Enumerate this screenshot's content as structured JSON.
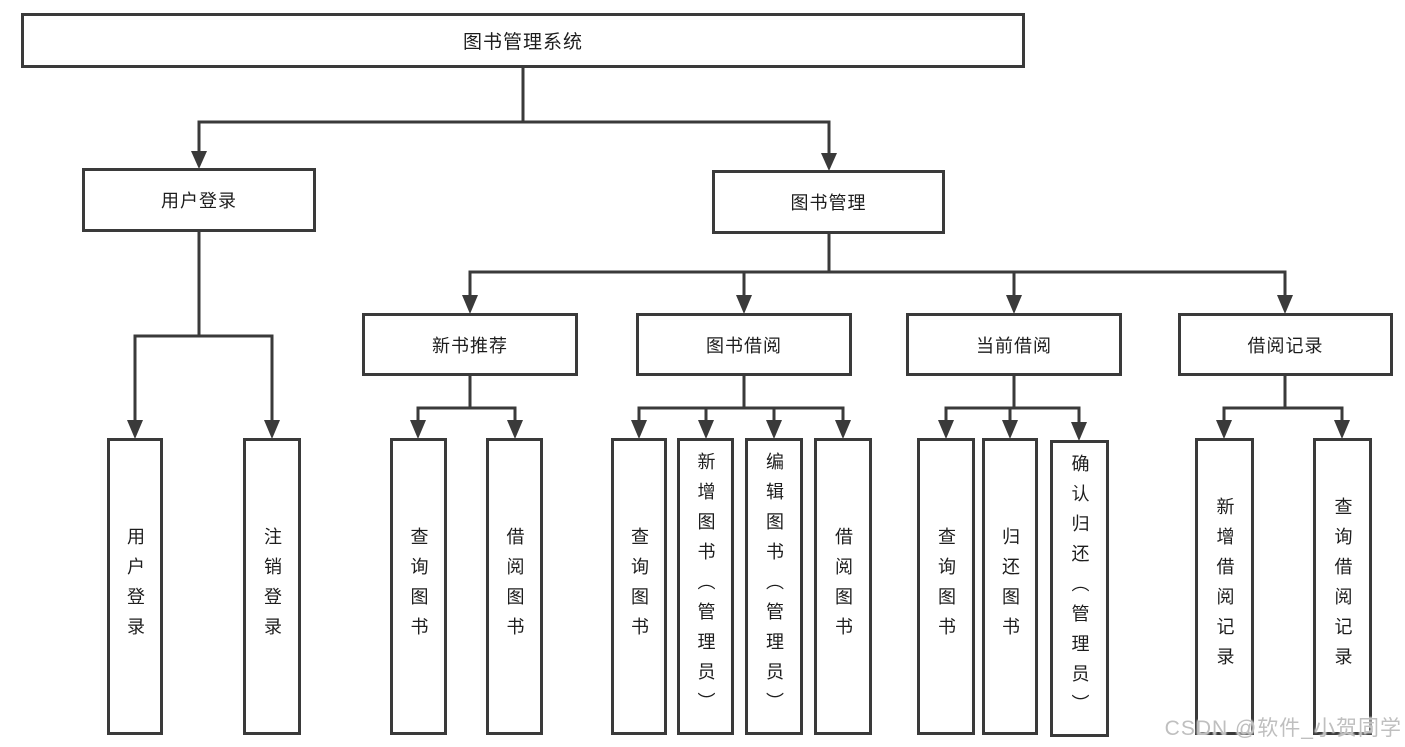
{
  "tree": {
    "root": {
      "label": "图书管理系统"
    },
    "children": [
      {
        "label": "用户登录",
        "children": [
          {
            "label": "用户登录"
          },
          {
            "label": "注销登录"
          }
        ]
      },
      {
        "label": "图书管理",
        "children": [
          {
            "label": "新书推荐",
            "children": [
              {
                "label": "查询图书"
              },
              {
                "label": "借阅图书"
              }
            ]
          },
          {
            "label": "图书借阅",
            "children": [
              {
                "label": "查询图书"
              },
              {
                "label": "新增图书（管理员）"
              },
              {
                "label": "编辑图书（管理员）"
              },
              {
                "label": "借阅图书"
              }
            ]
          },
          {
            "label": "当前借阅",
            "children": [
              {
                "label": "查询图书"
              },
              {
                "label": "归还图书"
              },
              {
                "label": "确认归还（管理员）"
              }
            ]
          },
          {
            "label": "借阅记录",
            "children": [
              {
                "label": "新增借阅记录"
              },
              {
                "label": "查询借阅记录"
              }
            ]
          }
        ]
      }
    ]
  },
  "watermark": {
    "text": "CSDN @软件_小贺同学",
    "color": "#bfbfbf"
  },
  "colors": {
    "line": "#3a3a3a",
    "box_border": "#3a3a3a",
    "text": "#1d1d1d",
    "background": "#ffffff"
  }
}
